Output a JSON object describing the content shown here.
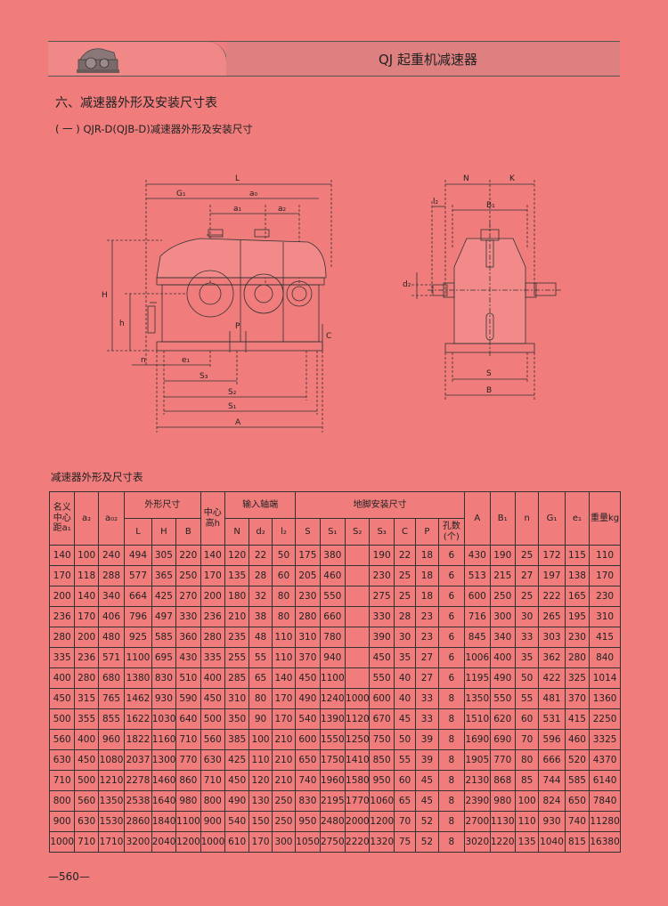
{
  "header": {
    "title": "QJ 起重机减速器"
  },
  "section": {
    "title": "六、减速器外形及安装尺寸表",
    "subtitle": "( 一 ) QJR-D(QJB-D)减速器外形及安装尺寸"
  },
  "drawing": {
    "front": {
      "L": "L",
      "a0": "a₀",
      "G1": "G₁",
      "a1": "a₁",
      "a2": "a₂",
      "H": "H",
      "h": "h",
      "P": "P",
      "C": "C",
      "n": "n",
      "e1": "e₁",
      "S3": "S₃",
      "S2": "S₂",
      "S1": "S₁",
      "A": "A"
    },
    "side": {
      "N": "N",
      "K": "K",
      "l2": "l₂",
      "B1": "B₁",
      "d2": "d₂",
      "S": "S",
      "B": "B"
    }
  },
  "table": {
    "title": "减速器外形及尺寸表",
    "headers": {
      "center": "名义中心距a₁",
      "a2": "a₂",
      "a02": "a₀₂",
      "outline": "外形尺寸",
      "center_h": "中心高h",
      "input": "输入轴端",
      "foot": "地脚安装尺寸",
      "A": "A",
      "B1": "B₁",
      "n": "n",
      "G1": "G₁",
      "e1": "e₁",
      "weight": "重量kg",
      "L": "L",
      "H": "H",
      "B": "B",
      "N": "N",
      "d2": "d₂",
      "l2": "l₂",
      "S": "S",
      "S1": "S₁",
      "S2": "S₂",
      "S3": "S₃",
      "C": "C",
      "P": "P",
      "holes": "孔数(个)"
    },
    "rows": [
      [
        "140",
        "100",
        "240",
        "494",
        "305",
        "220",
        "140",
        "120",
        "22",
        "50",
        "175",
        "380",
        "",
        "190",
        "22",
        "18",
        "6",
        "430",
        "190",
        "25",
        "172",
        "115",
        "110"
      ],
      [
        "170",
        "118",
        "288",
        "577",
        "365",
        "250",
        "170",
        "135",
        "28",
        "60",
        "205",
        "460",
        "",
        "230",
        "25",
        "18",
        "6",
        "513",
        "215",
        "27",
        "197",
        "138",
        "170"
      ],
      [
        "200",
        "140",
        "340",
        "664",
        "425",
        "270",
        "200",
        "180",
        "32",
        "80",
        "230",
        "550",
        "",
        "275",
        "25",
        "18",
        "6",
        "600",
        "250",
        "25",
        "222",
        "165",
        "230"
      ],
      [
        "236",
        "170",
        "406",
        "796",
        "497",
        "330",
        "236",
        "210",
        "38",
        "80",
        "280",
        "660",
        "",
        "330",
        "28",
        "23",
        "6",
        "716",
        "300",
        "30",
        "265",
        "195",
        "310"
      ],
      [
        "280",
        "200",
        "480",
        "925",
        "585",
        "360",
        "280",
        "235",
        "48",
        "110",
        "310",
        "780",
        "",
        "390",
        "30",
        "23",
        "6",
        "845",
        "340",
        "33",
        "303",
        "230",
        "415"
      ],
      [
        "335",
        "236",
        "571",
        "1100",
        "695",
        "430",
        "335",
        "255",
        "55",
        "110",
        "370",
        "940",
        "",
        "450",
        "35",
        "27",
        "6",
        "1006",
        "400",
        "35",
        "362",
        "280",
        "840"
      ],
      [
        "400",
        "280",
        "680",
        "1380",
        "830",
        "510",
        "400",
        "285",
        "65",
        "140",
        "450",
        "1100",
        "",
        "550",
        "40",
        "27",
        "6",
        "1195",
        "490",
        "50",
        "422",
        "325",
        "1014"
      ],
      [
        "450",
        "315",
        "765",
        "1462",
        "930",
        "590",
        "450",
        "310",
        "80",
        "170",
        "490",
        "1240",
        "1000",
        "600",
        "40",
        "33",
        "8",
        "1350",
        "550",
        "55",
        "481",
        "370",
        "1360"
      ],
      [
        "500",
        "355",
        "855",
        "1622",
        "1030",
        "640",
        "500",
        "350",
        "90",
        "170",
        "540",
        "1390",
        "1120",
        "670",
        "45",
        "33",
        "8",
        "1510",
        "620",
        "60",
        "531",
        "415",
        "2250"
      ],
      [
        "560",
        "400",
        "960",
        "1822",
        "1160",
        "710",
        "560",
        "385",
        "100",
        "210",
        "600",
        "1550",
        "1250",
        "750",
        "50",
        "39",
        "8",
        "1690",
        "690",
        "70",
        "596",
        "460",
        "3325"
      ],
      [
        "630",
        "450",
        "1080",
        "2037",
        "1300",
        "770",
        "630",
        "425",
        "110",
        "210",
        "650",
        "1750",
        "1410",
        "850",
        "55",
        "39",
        "8",
        "1905",
        "770",
        "80",
        "666",
        "520",
        "4370"
      ],
      [
        "710",
        "500",
        "1210",
        "2278",
        "1460",
        "860",
        "710",
        "450",
        "120",
        "210",
        "740",
        "1960",
        "1580",
        "950",
        "60",
        "45",
        "8",
        "2130",
        "868",
        "85",
        "744",
        "585",
        "6140"
      ],
      [
        "800",
        "560",
        "1350",
        "2538",
        "1640",
        "980",
        "800",
        "490",
        "130",
        "250",
        "830",
        "2195",
        "1770",
        "1060",
        "65",
        "45",
        "8",
        "2390",
        "980",
        "100",
        "824",
        "650",
        "7840"
      ],
      [
        "900",
        "630",
        "1530",
        "2860",
        "1840",
        "1100",
        "900",
        "540",
        "150",
        "250",
        "950",
        "2480",
        "2000",
        "1200",
        "70",
        "52",
        "8",
        "2700",
        "1130",
        "110",
        "930",
        "740",
        "11280"
      ],
      [
        "1000",
        "710",
        "1710",
        "3200",
        "2040",
        "1200",
        "1000",
        "610",
        "170",
        "300",
        "1050",
        "2750",
        "2220",
        "1320",
        "75",
        "52",
        "8",
        "3020",
        "1220",
        "135",
        "1040",
        "815",
        "16380"
      ]
    ]
  },
  "page": {
    "number": "—560—"
  }
}
